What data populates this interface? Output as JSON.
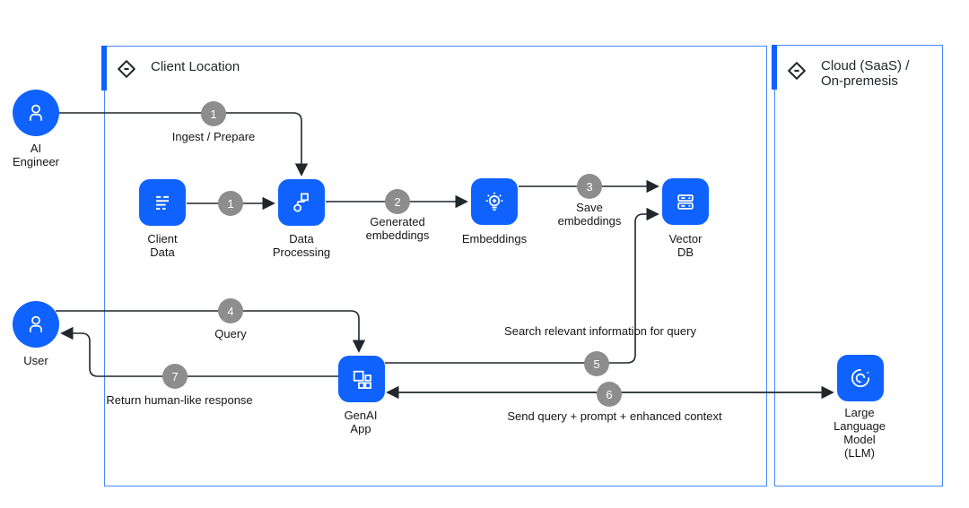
{
  "groups": {
    "client": {
      "title": "Client Location"
    },
    "cloud": {
      "title": "Cloud (SaaS) /\nOn-premesis"
    }
  },
  "nodes": {
    "ai_engineer": {
      "label": "AI\nEngineer",
      "icon": "user-icon"
    },
    "client_data": {
      "label": "Client\nData",
      "icon": "data-lines-icon"
    },
    "data_processing": {
      "label": "Data\nProcessing",
      "icon": "flow-icon"
    },
    "embeddings": {
      "label": "Embeddings",
      "icon": "idea-bulb-icon"
    },
    "vector_db": {
      "label": "Vector\nDB",
      "icon": "datastore-icon"
    },
    "user": {
      "label": "User",
      "icon": "user-icon"
    },
    "genai_app": {
      "label": "GenAI\nApp",
      "icon": "apps-icon"
    },
    "llm": {
      "label": "Large\nLanguage\nModel\n(LLM)",
      "icon": "ai-swirl-icon"
    }
  },
  "steps": [
    {
      "num": "1",
      "label": "Ingest / Prepare"
    },
    {
      "num": "1",
      "label": ""
    },
    {
      "num": "2",
      "label": "Generated\nembeddings"
    },
    {
      "num": "3",
      "label": "Save\nembeddings"
    },
    {
      "num": "4",
      "label": "Query"
    },
    {
      "num": "5",
      "label": "Search relevant information for query"
    },
    {
      "num": "6",
      "label": "Send query + prompt + enhanced context"
    },
    {
      "num": "7",
      "label": "Return human-like response"
    }
  ],
  "colors": {
    "node_blue": "#0f62fe",
    "container_border": "#4589ff",
    "badge_gray": "#8d8d8d",
    "line": "#21272a",
    "text": "#161616"
  }
}
